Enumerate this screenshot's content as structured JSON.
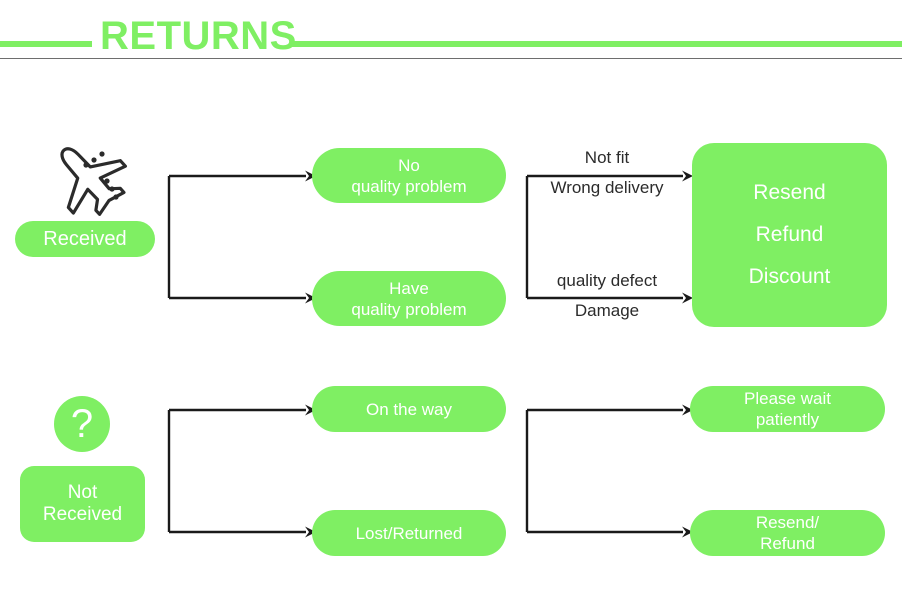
{
  "header": {
    "title": "RETURNS",
    "accent_color": "#7FEF63",
    "divider_color": "#6e6e6e"
  },
  "theme": {
    "green": "#7FEF63",
    "node_text": "#ffffff",
    "edge_text": "#2b2b2b",
    "line": "#1a1a1a",
    "background": "#ffffff"
  },
  "flow": {
    "rows": [
      {
        "id": "received",
        "start": {
          "icon": "airplane-icon",
          "label": "Received"
        },
        "branches": [
          {
            "id": "no-quality-problem",
            "node_line1": "No",
            "node_line2": "quality problem",
            "edge_above": "Not fit",
            "edge_below": "Wrong delivery"
          },
          {
            "id": "have-quality-problem",
            "node_line1": "Have",
            "node_line2": "quality problem",
            "edge_above": "quality defect",
            "edge_below": "Damage"
          }
        ],
        "outcome": {
          "id": "resend-refund-discount",
          "lines": [
            "Resend",
            "Refund",
            "Discount"
          ]
        }
      },
      {
        "id": "not-received",
        "start": {
          "icon": "question-mark-icon",
          "icon_glyph": "?",
          "label_line1": "Not",
          "label_line2": "Received"
        },
        "branches": [
          {
            "id": "on-the-way",
            "node_line1": "On the way",
            "node_line2": "",
            "outcome_line1": "Please wait",
            "outcome_line2": "patiently"
          },
          {
            "id": "lost-returned",
            "node_line1": "Lost/Returned",
            "node_line2": "",
            "outcome_line1": "Resend/",
            "outcome_line2": "Refund"
          }
        ]
      }
    ]
  }
}
